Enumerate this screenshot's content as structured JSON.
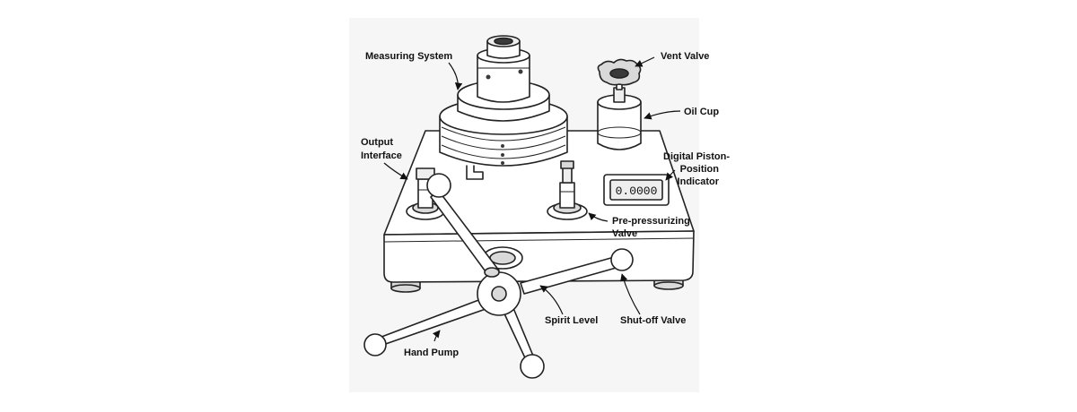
{
  "labels": {
    "measuring_system": "Measuring System",
    "vent_valve": "Vent Valve",
    "oil_cup": "Oil Cup",
    "output_interface_1": "Output",
    "output_interface_2": "Interface",
    "digital_indicator_1": "Digital Piston-",
    "digital_indicator_2": "Position",
    "digital_indicator_3": "Indicator",
    "pre_pressurizing_1": "Pre-pressurizing",
    "pre_pressurizing_2": "Valve",
    "spirit_level": "Spirit Level",
    "shutoff_valve": "Shut-off Valve",
    "hand_pump": "Hand Pump"
  },
  "display": {
    "reading": "0.0000"
  }
}
